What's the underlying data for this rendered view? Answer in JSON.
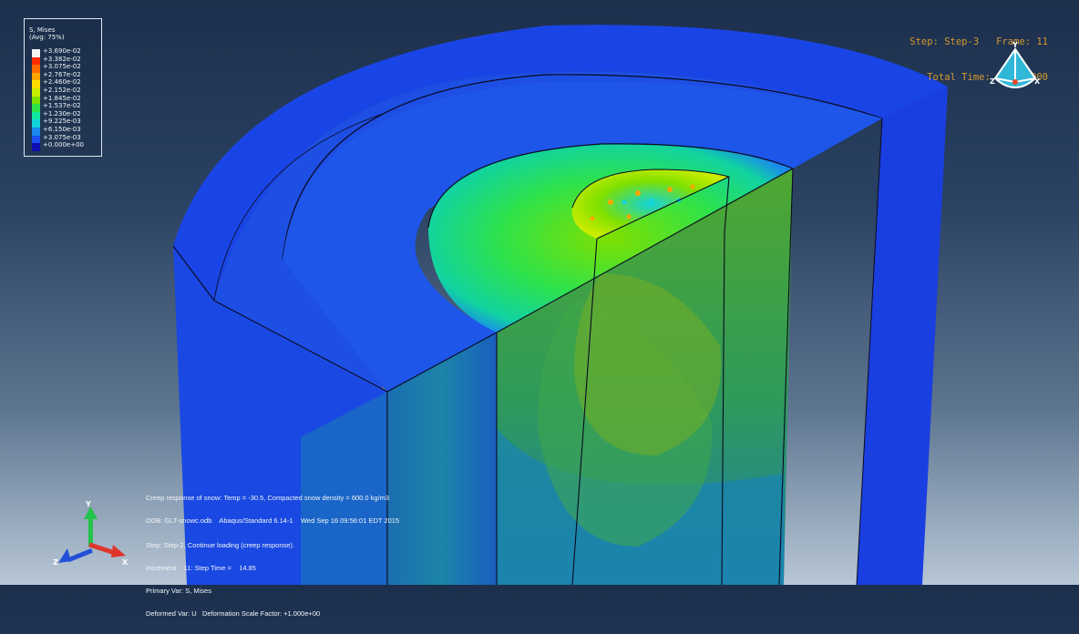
{
  "legend": {
    "title": "S, Mises",
    "subtitle": "(Avg: 75%)",
    "values": [
      "+3.690e-02",
      "+3.382e-02",
      "+3.075e-02",
      "+2.767e-02",
      "+2.460e-02",
      "+2.152e-02",
      "+1.845e-02",
      "+1.537e-02",
      "+1.230e-02",
      "+9.225e-03",
      "+6.150e-03",
      "+3.075e-03",
      "+0.000e+00"
    ],
    "colors": [
      "#f4f4f4",
      "#ff2a00",
      "#ff6a00",
      "#ffa600",
      "#ffdd00",
      "#c7ec00",
      "#7fe000",
      "#2fe24a",
      "#10e9a0",
      "#11d3dc",
      "#1a88ee",
      "#1a4ef0",
      "#0f0fb0",
      "#4a4a4a"
    ]
  },
  "step_info": {
    "line1": "Step: Step-3   Frame: 11",
    "line2": "Total Time: 16.850000"
  },
  "info_top": {
    "line1": "Creep response of snow: Temp = -30.5, Compacted snow density = 600.0 kg/m3",
    "line2": "ODB: GLT-snowc.odb    Abaqus/Standard 6.14-1    Wed Sep 16 09:56:01 EDT 2015"
  },
  "info_bottom": {
    "line1": "Step: Step-2, Continue loading (creep response).",
    "line2": "Increment    11: Step Time =    14.85",
    "line3": "Primary Var: S, Mises",
    "line4": "Deformed Var: U   Deformation Scale Factor: +1.000e+00"
  },
  "triad_small": {
    "y": "Y",
    "z": "Z",
    "x": "X"
  },
  "triad_large": {
    "y": "Y",
    "z": "Z",
    "x": "X"
  }
}
